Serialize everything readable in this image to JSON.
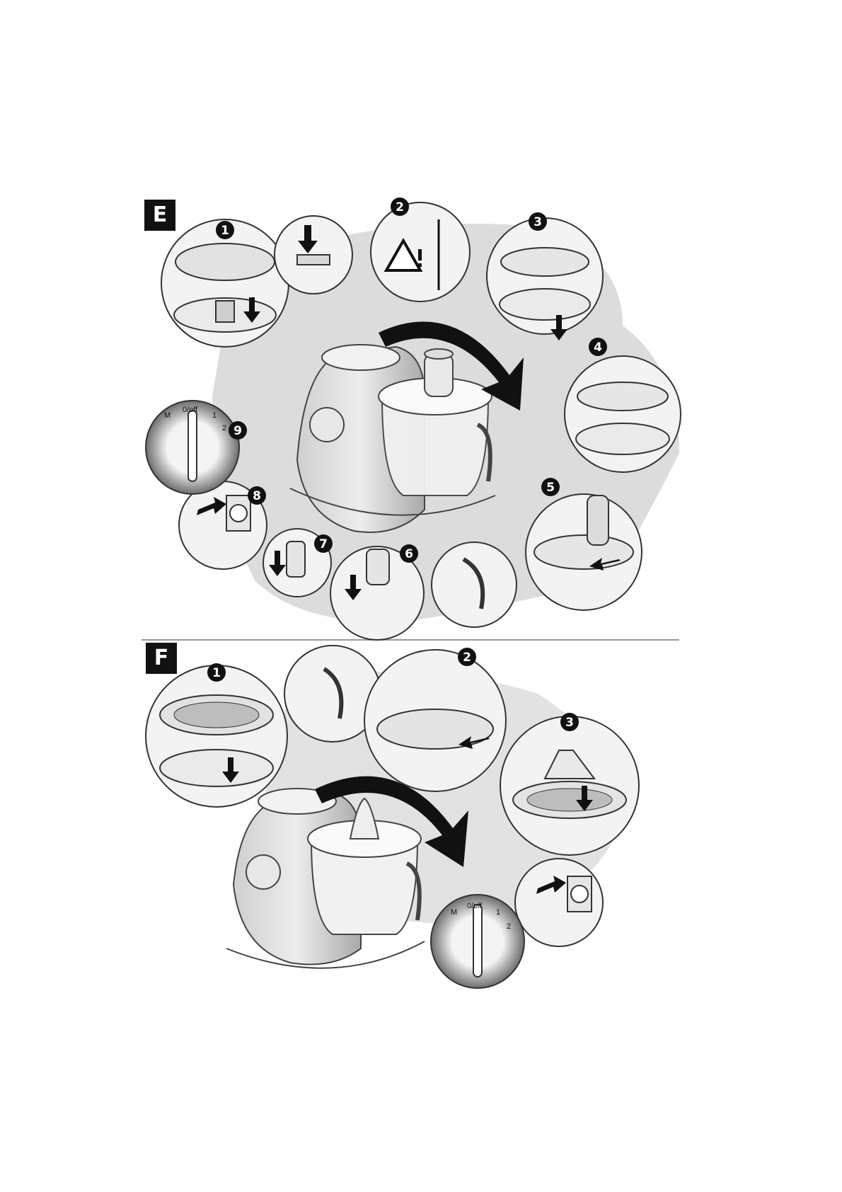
{
  "sections": {
    "e": {
      "label": "E"
    },
    "f": {
      "label": "F"
    }
  },
  "steps_e": [
    {
      "n": "1",
      "cx": 0,
      "cy": 0
    },
    {
      "n": "2"
    },
    {
      "n": "3"
    },
    {
      "n": "4"
    },
    {
      "n": "5"
    },
    {
      "n": "6"
    },
    {
      "n": "7"
    },
    {
      "n": "8"
    },
    {
      "n": "9"
    }
  ],
  "steps_f": [
    {
      "n": "1"
    },
    {
      "n": "2"
    },
    {
      "n": "3"
    }
  ],
  "dial": {
    "m": "M",
    "off": "0/off",
    "one": "1",
    "two": "2"
  },
  "icons": {
    "warning": "warning-triangle-icon",
    "arrow": "rotate-arrow-icon"
  }
}
